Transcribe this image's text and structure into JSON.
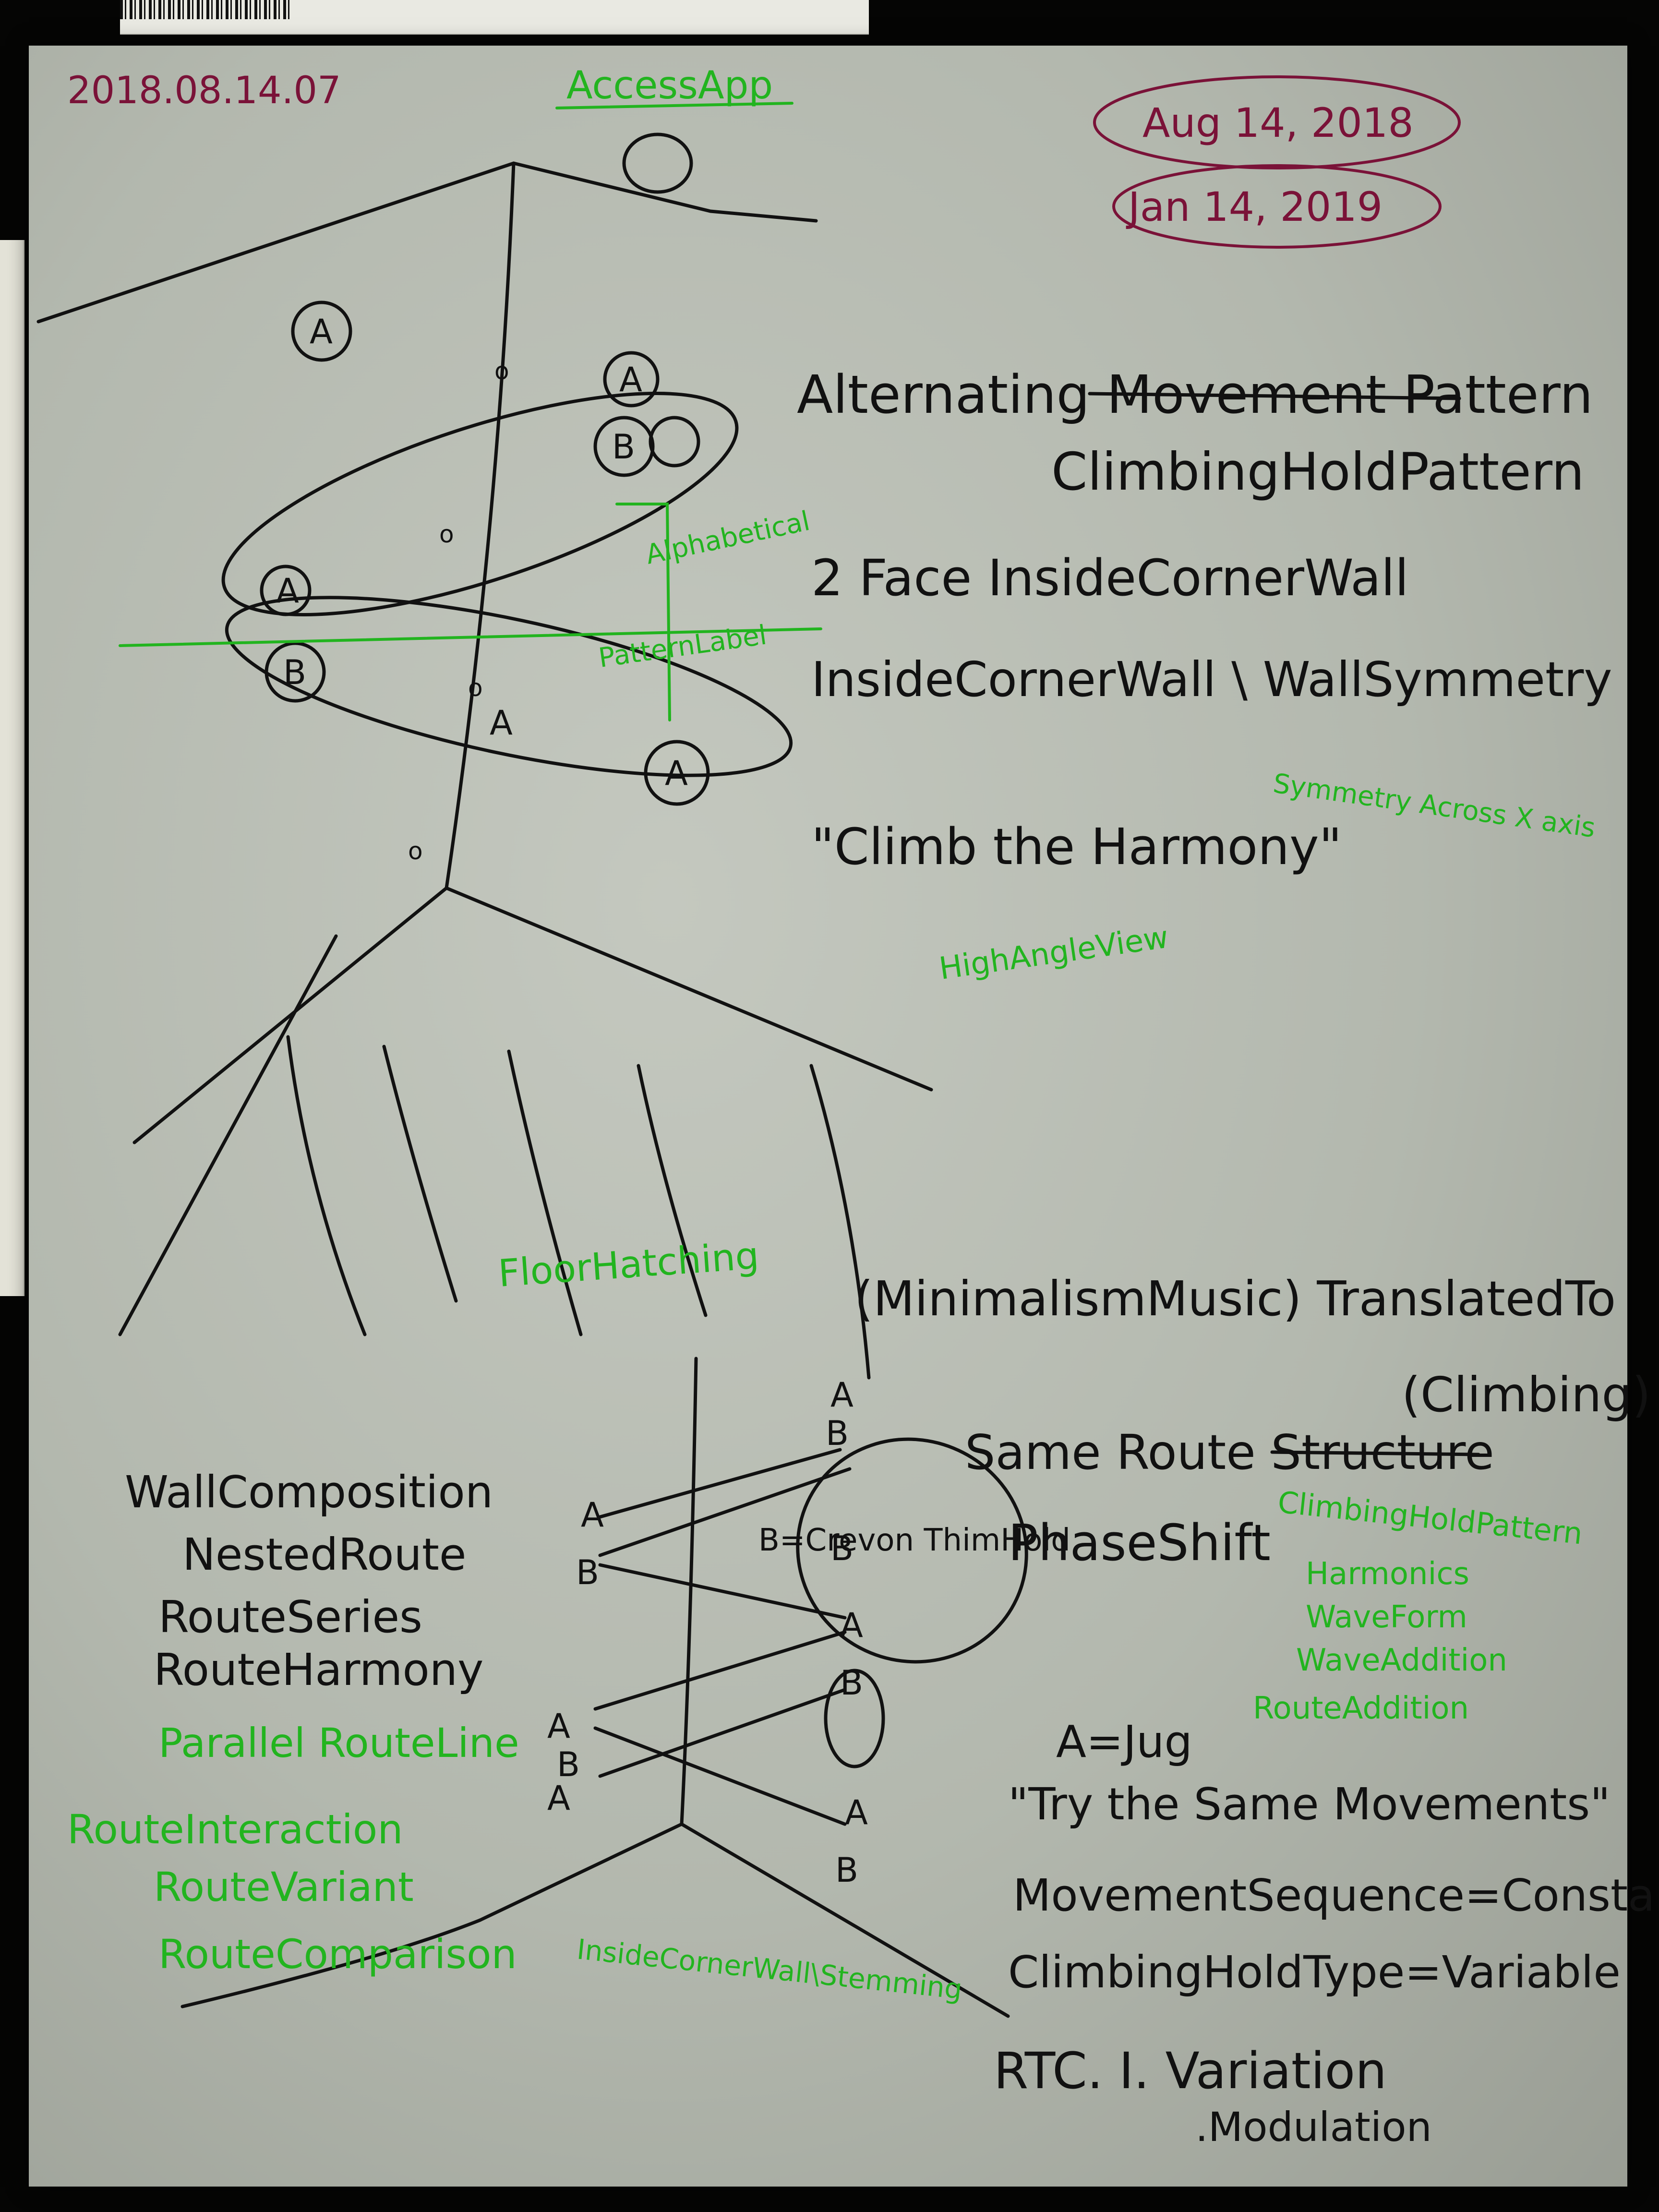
{
  "header": {
    "date_left": "2018.08.14.07",
    "title": "AccessApp",
    "date_right_1": "Aug 14, 2018",
    "date_right_2": "Jan 14, 2019"
  },
  "upper_sketch": {
    "labels": {
      "A": "A",
      "B": "B",
      "o": "o",
      "alphabetical": "Alphabetical",
      "pattern_label": "PatternLabel"
    }
  },
  "right_notes": {
    "line1": "Alternating Movement Pattern",
    "line2": "ClimbingHoldPattern",
    "line3": "2 Face InsideCornerWall",
    "line4": "InsideCornerWall \\ WallSymmetry",
    "line5": "Symmetry Across X axis",
    "line6": "\"Climb the Harmony\"",
    "line7": "HighAngleView"
  },
  "floor": {
    "label": "FloorHatching"
  },
  "mid_notes": {
    "line1": "(MinimalismMusic) TranslatedTo",
    "line2": "(Climbing)",
    "line3": "Same Route Structure",
    "line4": "ClimbingHoldPattern",
    "line5": "PhaseShift",
    "green_list": [
      "Harmonics",
      "WaveForm",
      "WaveAddition",
      "RouteAddition"
    ]
  },
  "lower_sketch": {
    "bubble": "B=Crevon ThimHold",
    "bottom_label": "InsideCornerWall\\Stemming"
  },
  "left_list": {
    "black": [
      "WallComposition",
      "NestedRoute",
      "RouteSeries",
      "RouteHarmony"
    ],
    "green": [
      "Parallel RouteLine",
      "RouteInteraction",
      "RouteVariant",
      "RouteComparison"
    ]
  },
  "bottom_notes": {
    "line1": "A=Jug",
    "line2": "\"Try the Same Movements\"",
    "line3": "MovementSequence=Constant",
    "line4": "ClimbingHoldType=Variable",
    "line5": "RTC. I. Variation",
    "line6": ".Modulation"
  }
}
